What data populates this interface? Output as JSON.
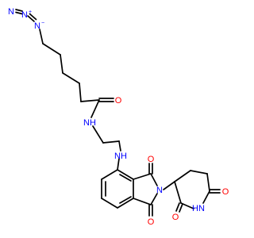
{
  "colors": {
    "bond": "#000000",
    "nitrogen": "#0000ff",
    "oxygen": "#ff0000",
    "background": "#ffffff"
  },
  "labels": {
    "azide_n1": "N",
    "azide_n2": "N",
    "azide_n2_charge": "+",
    "azide_n3": "N",
    "azide_n3_charge": "−",
    "amide_nh": "NH",
    "amide_o": "O",
    "amine_nh": "NH",
    "imide_o_top": "O",
    "imide_o_bottom": "O",
    "imide_n": "N",
    "pip_o_right": "O",
    "pip_o_left": "O",
    "pip_nh": "HN"
  }
}
